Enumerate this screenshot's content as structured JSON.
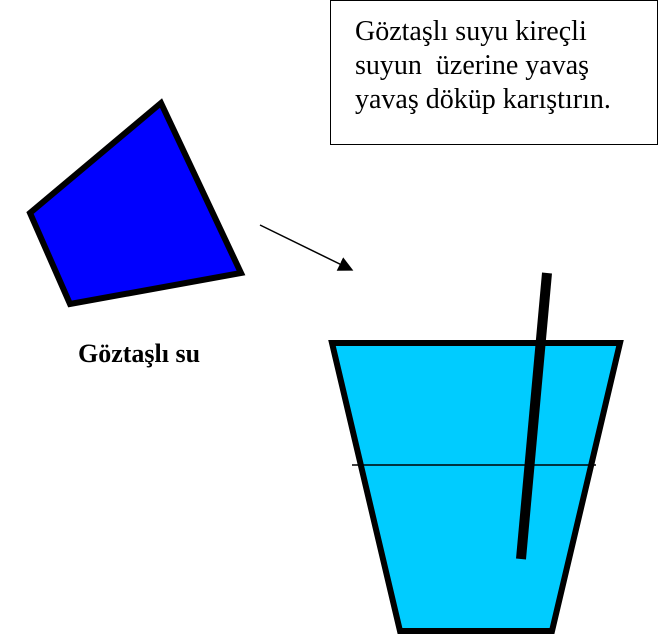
{
  "instruction": {
    "lines": [
      "Göztaşlı suyu kireçli",
      "suyun  üzerine yavaş",
      "yavaş döküp karıştırın."
    ]
  },
  "labels": {
    "solution": "Göztaşlı su"
  },
  "colors": {
    "solution_block": "#0000ff",
    "beaker_liquid": "#00ccff",
    "outline": "#000000",
    "background": "#ffffff"
  }
}
